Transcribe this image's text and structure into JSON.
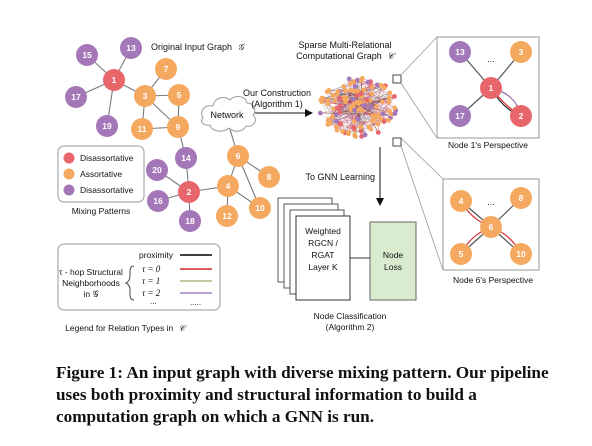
{
  "colors": {
    "disassortative_red": "#e8666b",
    "assortative_orange": "#f5a85f",
    "disassortative_purple": "#a478b8",
    "node_loss_green": "#d9ecd0",
    "relation_black": "#000000",
    "relation_red": "#d62728",
    "relation_olive": "#b7b28a",
    "relation_purple": "#a480c8"
  },
  "texts": {
    "original_graph_label": "Original Input Graph",
    "original_graph_symbol": "𝒢",
    "sparse_graph_line1": "Sparse Multi-Relational",
    "sparse_graph_line2": "Computational Graph",
    "sparse_graph_symbol": "𝒞",
    "network_label": "Network",
    "our_construction_line1": "Our Construction",
    "our_construction_line2": "(Algorithm 1)",
    "to_gnn_learning": "To GNN Learning",
    "node1_perspective": "Node 1's Perspective",
    "node6_perspective": "Node 6's Perspective",
    "ellipsis": "...",
    "mixing_patterns": "Mixing Patterns",
    "gnn_line1": "Weighted",
    "gnn_line2": "RGCN /",
    "gnn_line3": "RGAT",
    "gnn_line4": "Layer K",
    "node_loss_line1": "Node",
    "node_loss_line2": "Loss",
    "node_classification_line1": "Node Classification",
    "node_classification_line2": "(Algorithm 2)",
    "legend_caption": "Legend for Relation Types in",
    "legend_caption_symbol": "𝒞"
  },
  "mixing_legend": [
    {
      "label": "Disassortative",
      "color": "#e8666b"
    },
    {
      "label": "Assortative",
      "color": "#f5a85f"
    },
    {
      "label": "Disassortative",
      "color": "#a478b8"
    }
  ],
  "relation_legend": {
    "proximity": "proximity",
    "structural_line1": "τ - hop Structural",
    "structural_line2": "Neighborhoods",
    "structural_line3": "in 𝒢",
    "tau": [
      "τ = 0",
      "τ = 1",
      "τ = 2"
    ],
    "more": "...",
    "more_lines": "....."
  },
  "input_graph_nodes": [
    "15",
    "13",
    "1",
    "7",
    "17",
    "3",
    "5",
    "19",
    "11",
    "9",
    "20",
    "2",
    "14",
    "16",
    "18",
    "6",
    "8",
    "4",
    "12",
    "10"
  ],
  "node1_view_nodes": [
    "13",
    "3",
    "1",
    "17",
    "2"
  ],
  "node6_view_nodes": [
    "4",
    "8",
    "6",
    "5",
    "10"
  ],
  "caption": "Figure 1: An input graph with diverse mixing pattern. Our pipeline uses both proximity and structural information to build a computation graph on which a GNN is run."
}
